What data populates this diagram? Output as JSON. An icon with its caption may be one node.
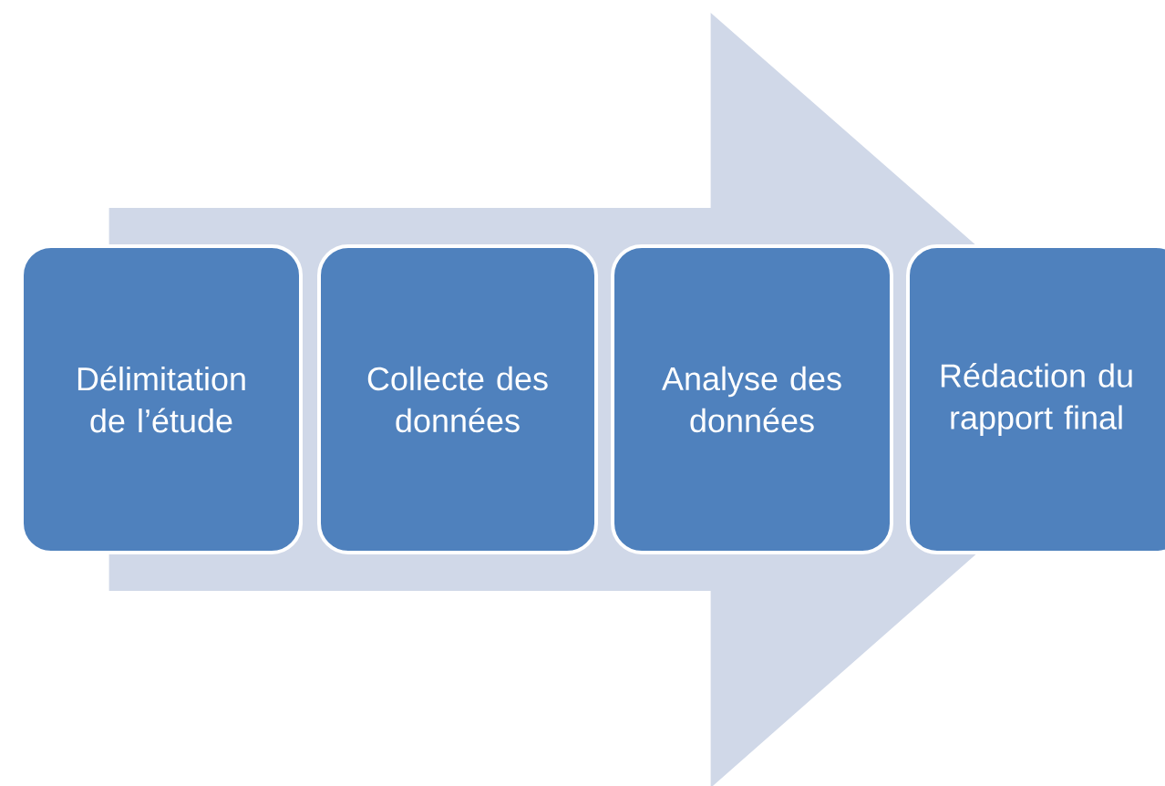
{
  "diagram": {
    "nodes": [
      {
        "text": [
          "Délimitation de l’étude"
        ]
      },
      {
        "text": [
          "Collecte des données"
        ]
      },
      {
        "text": [
          "Analyse des données"
        ]
      },
      {
        "text": [
          "Rédaction du rapport final"
        ]
      }
    ],
    "edges": [
      {
        "from": 0,
        "to": 3,
        "arrow": "to"
      }
    ]
  }
}
